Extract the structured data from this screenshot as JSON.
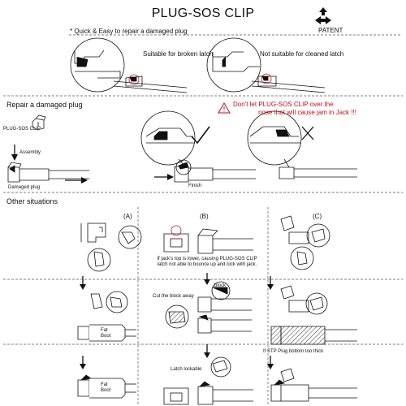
{
  "header": {
    "title": "PLUG-SOS CLIP",
    "tagline": "* Quick & Easy to repair a damaged plug",
    "patent_label": "PATENT",
    "patent_icon": "arrows-logo-icon"
  },
  "top_section": {
    "suitable_label": "Suitable for broken latch",
    "not_suitable_label": "Not suitable for cleaned latch"
  },
  "repair_section": {
    "heading": "Repair a damaged plug",
    "warning_line1": "Don't let PLUG-SOS CLIP over the",
    "warning_line2": "nose  that will cause jam in Jack !!!",
    "clip_label": "PLUG-SOS CLIP",
    "assembly_label": "Assembly",
    "damaged_plug_label": "Damaged plug",
    "finish_label": "Finish",
    "ok_icon": "checkmark-icon",
    "bad_icon": "cross-icon"
  },
  "other_section": {
    "heading": "Other situations",
    "col_a": "(A)",
    "col_b": "(B)",
    "col_c": "(C)",
    "b_note_line1": "If jack's top is lower, causing PLUG-SOS CLIP",
    "b_note_line2": "latch not able to bounce up and lock with jack.",
    "cut_label": "Cut the block away",
    "block_label": "block",
    "fat_boot_label_1": "Fat",
    "fat_boot_label_2": "Boot",
    "fat_boot_label_3": "Fat",
    "fat_boot_label_4": "Boot",
    "latch_lockable_label": "Latch lockable",
    "stp_label": "If STP Plug bottom too thick"
  },
  "colors": {
    "warning_red": "#c0101a",
    "line": "#111111",
    "dashed": "#555555"
  }
}
